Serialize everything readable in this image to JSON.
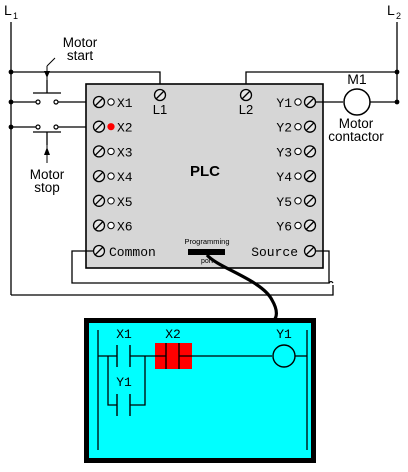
{
  "rails": {
    "left": "L",
    "left_sub": "1",
    "right": "L",
    "right_sub": "2"
  },
  "buttons": {
    "start": [
      "Motor",
      "start"
    ],
    "stop": [
      "Motor",
      "stop"
    ]
  },
  "plc": {
    "title": "PLC",
    "top_left": "L1",
    "top_right": "L2",
    "inputs": [
      "X1",
      "X2",
      "X3",
      "X4",
      "X5",
      "X6"
    ],
    "outputs": [
      "Y1",
      "Y2",
      "Y3",
      "Y4",
      "Y5",
      "Y6"
    ],
    "common": "Common",
    "source": "Source",
    "port_top": "Programming",
    "port_bottom": "port",
    "active_input_index": 1
  },
  "motor": {
    "label": "M1",
    "caption": [
      "Motor",
      "contactor"
    ]
  },
  "ladder": {
    "contact_x1": "X1",
    "contact_x2": "X2",
    "contact_y1": "Y1",
    "coil_y1": "Y1"
  },
  "colors": {
    "plc_body": "#d6d6d6",
    "screen": "#00ffff",
    "highlight": "#ff0000",
    "indicator": "#ff0000"
  }
}
